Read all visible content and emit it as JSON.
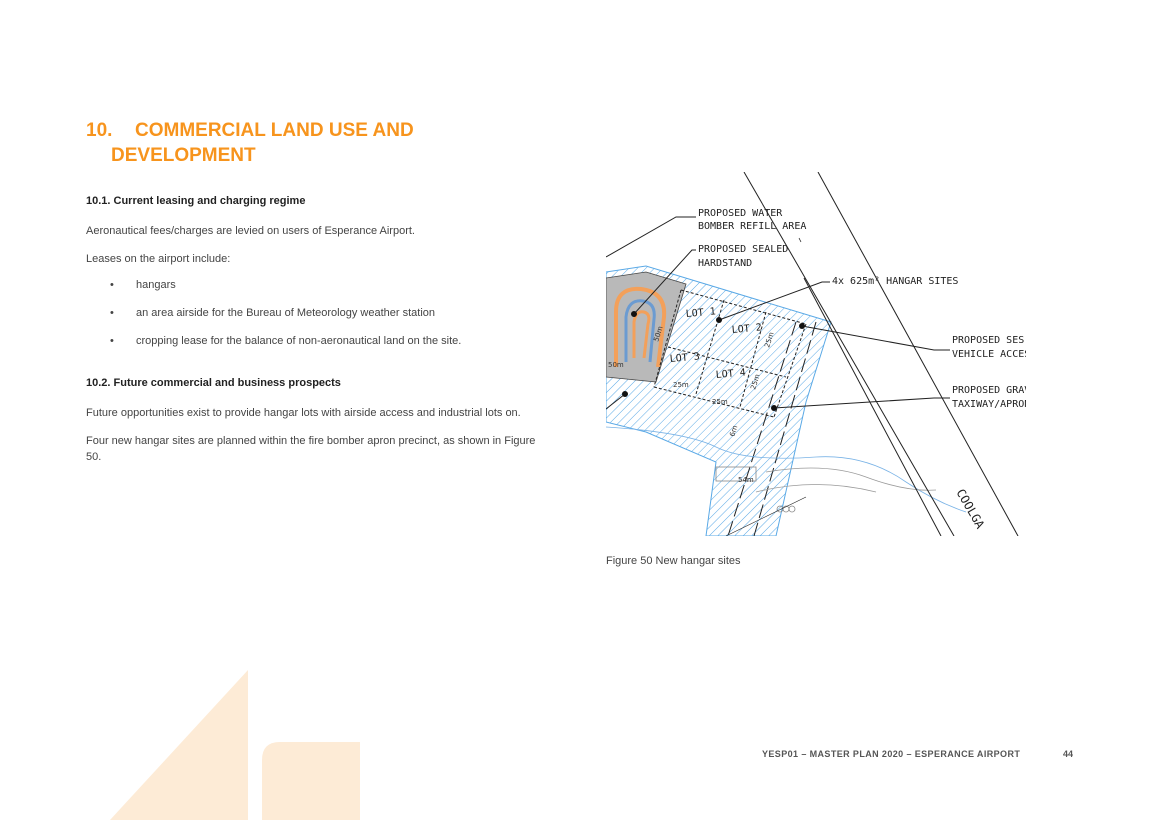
{
  "section": {
    "number": "10.",
    "title_line1": "COMMERCIAL LAND USE AND",
    "title_line2": "DEVELOPMENT"
  },
  "subsection1": {
    "heading": "10.1. Current leasing and charging regime",
    "para1": "Aeronautical fees/charges are levied on users of Esperance Airport.",
    "para2": "Leases on the airport include:",
    "bullets": [
      "hangars",
      "an area airside for the Bureau of Meteorology weather station",
      "cropping lease for the balance of non-aeronautical land on the site."
    ]
  },
  "subsection2": {
    "heading": "10.2. Future commercial and business prospects",
    "para1": "Future opportunities exist to provide hangar lots with airside access and industrial lots on.",
    "para2": "Four new hangar sites are planned within the fire bomber apron precinct, as shown in Figure 50."
  },
  "figure": {
    "caption": "Figure 50 New hangar sites",
    "labels": {
      "water_line1": "PROPOSED WATER",
      "water_line2": "BOMBER REFILL AREA",
      "hardstand_line1": "PROPOSED SEALED",
      "hardstand_line2": "HARDSTAND",
      "hangar_sites": "4x 625m² HANGAR SITES",
      "ses_line1": "PROPOSED SES /",
      "ses_line2": "VEHICLE ACCESS",
      "gravel_line1": "PROPOSED GRAVEL",
      "gravel_line2": "TAXIWAY/APRON",
      "road": "COOLGA"
    },
    "lots": [
      "LOT 1",
      "LOT 2",
      "LOT 3",
      "LOT 4"
    ],
    "dimensions": [
      "50m",
      "25m",
      "25m",
      "25m",
      "25m",
      "50m",
      "54m",
      "6m"
    ]
  },
  "footer": {
    "text": "YESP01 – MASTER PLAN 2020 – ESPERANCE AIRPORT",
    "page": "44"
  },
  "colors": {
    "accent": "#f7941d",
    "hatch": "#5aa9e6"
  }
}
